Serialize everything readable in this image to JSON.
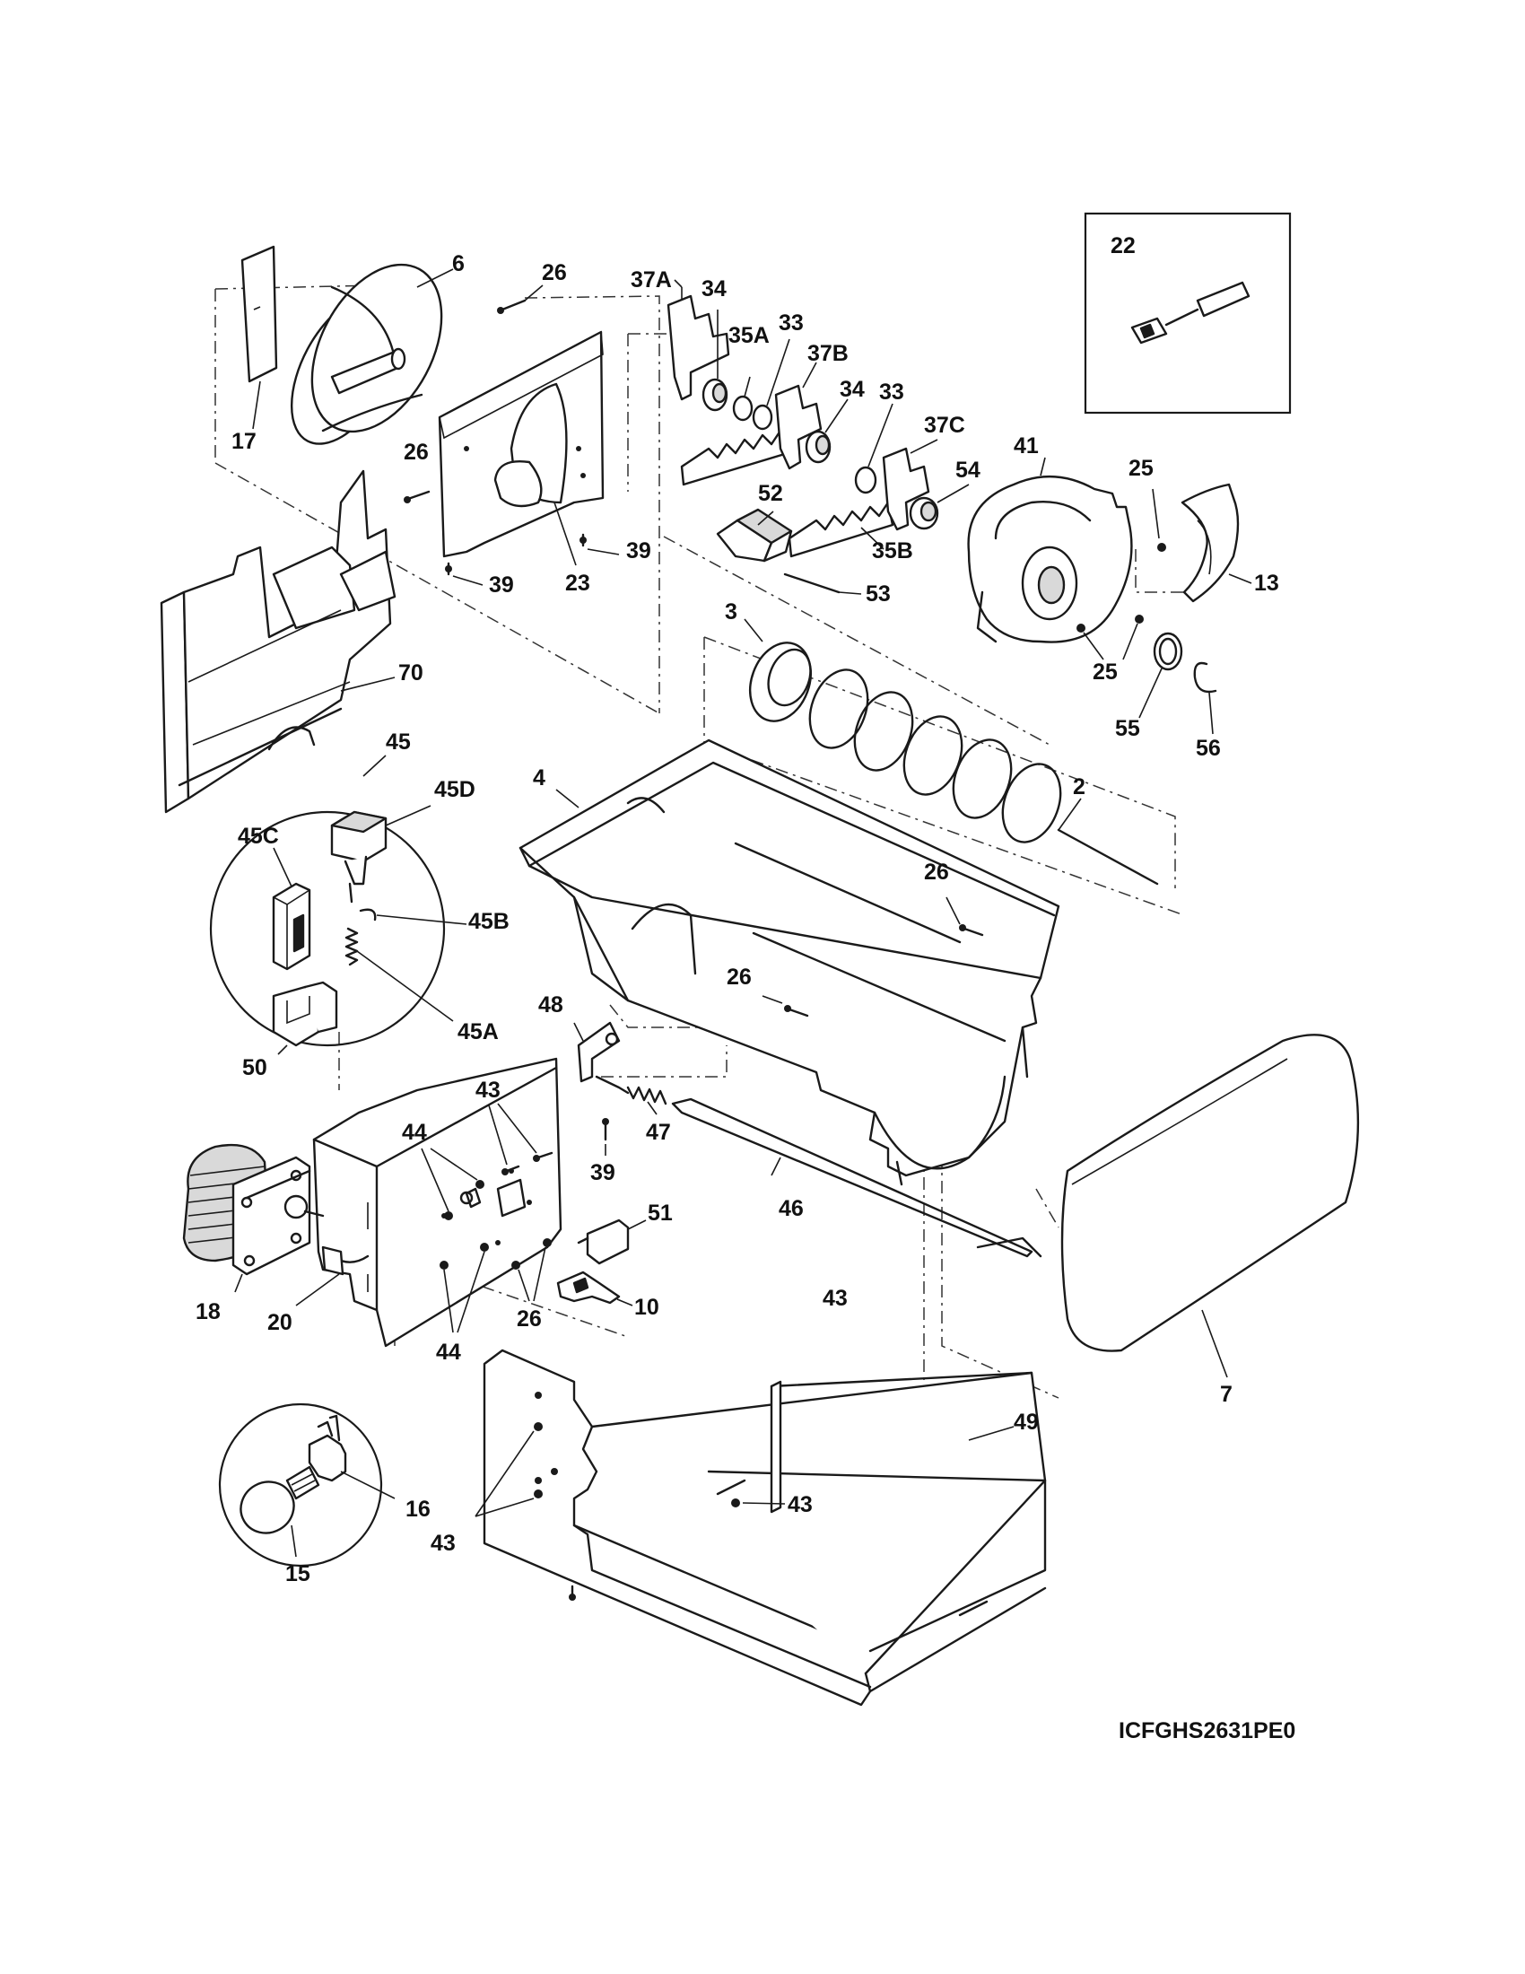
{
  "diagram": {
    "model_code": "ICFGHS2631PE0",
    "labels": {
      "p2": "2",
      "p3": "3",
      "p4": "4",
      "p6": "6",
      "p7": "7",
      "p10": "10",
      "p13": "13",
      "p15": "15",
      "p16": "16",
      "p17": "17",
      "p18": "18",
      "p20": "20",
      "p22": "22",
      "p23": "23",
      "p25a": "25",
      "p25b": "25",
      "p26a": "26",
      "p26b": "26",
      "p26c": "26",
      "p26d": "26",
      "p26e": "26",
      "p33a": "33",
      "p33b": "33",
      "p34a": "34",
      "p34b": "34",
      "p35a": "35A",
      "p35b": "35B",
      "p37a": "37A",
      "p37b": "37B",
      "p37c": "37C",
      "p39a": "39",
      "p39b": "39",
      "p39c": "39",
      "p41": "41",
      "p43a": "43",
      "p43b": "43",
      "p43c": "43",
      "p43d": "43",
      "p44a": "44",
      "p44b": "44",
      "p45": "45",
      "p45a": "45A",
      "p45b": "45B",
      "p45c": "45C",
      "p45d": "45D",
      "p46": "46",
      "p47": "47",
      "p48": "48",
      "p49": "49",
      "p50": "50",
      "p51": "51",
      "p52": "52",
      "p53": "53",
      "p54": "54",
      "p55": "55",
      "p56": "56",
      "p70": "70"
    }
  }
}
